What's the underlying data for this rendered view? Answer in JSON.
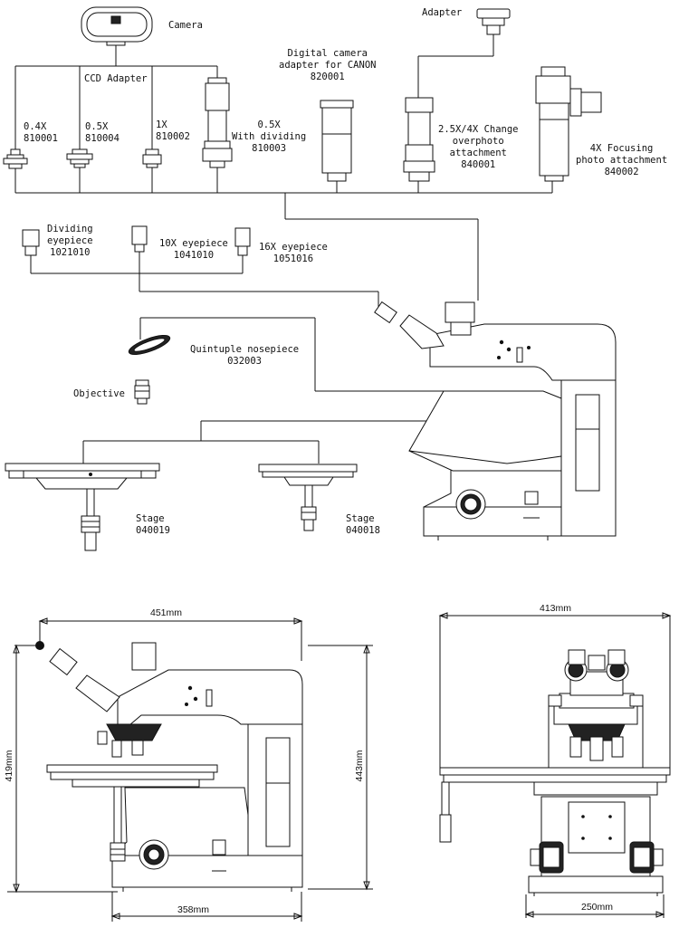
{
  "labels": {
    "camera": "Camera",
    "adapter": "Adapter",
    "ccd_adapter": "CCD Adapter",
    "canon_adapter": "Digital camera\nadapter for CANON\n820001",
    "adapter_04x": "0.4X\n810001",
    "adapter_05x": "0.5X\n810004",
    "adapter_1x": "1X\n810002",
    "adapter_05x_div": "0.5X\nWith dividing\n810003",
    "change_overphoto": "2.5X/4X Change\noverphoto\nattachment\n840001",
    "focusing_photo": "4X Focusing\nphoto attachment\n840002",
    "dividing_eyepiece": "Dividing\neyepiece\n1021010",
    "eyepiece_10x": "10X eyepiece\n1041010",
    "eyepiece_16x": "16X eyepiece\n1051016",
    "nosepiece": "Quintuple nosepiece\n032003",
    "objective": "Objective",
    "stage_large": "Stage\n040019",
    "stage_small": "Stage\n040018"
  },
  "dimensions": {
    "width_side": "451mm",
    "height_left": "419mm",
    "height_right": "443mm",
    "base_side": "358mm",
    "width_front": "413mm",
    "base_front": "250mm"
  }
}
